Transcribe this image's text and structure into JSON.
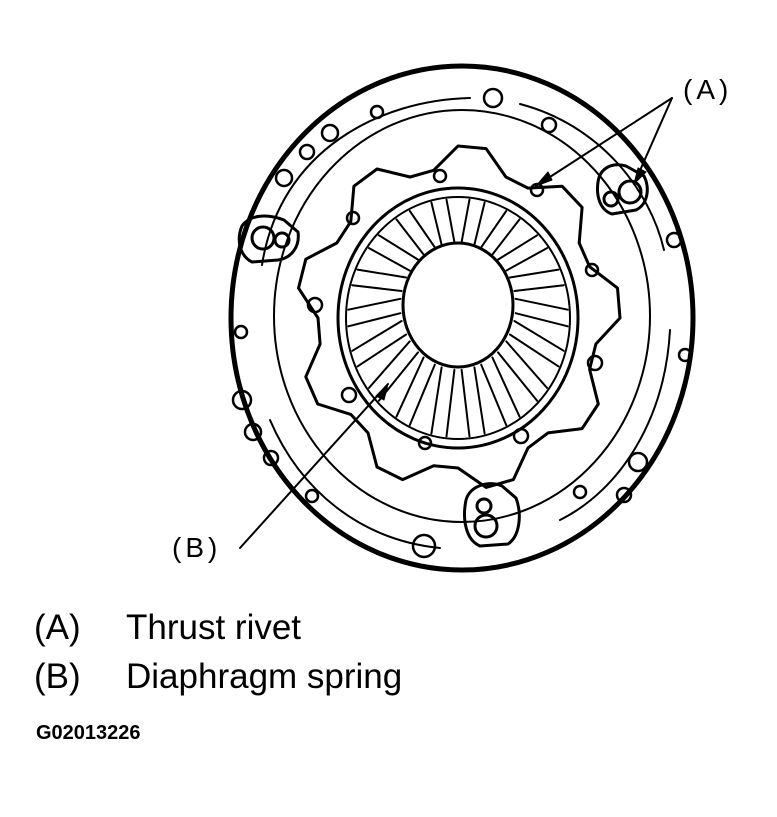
{
  "callouts": {
    "a": "(A)",
    "b": "(B)"
  },
  "legend": [
    {
      "key": "(A)",
      "label": "Thrust rivet"
    },
    {
      "key": "(B)",
      "label": "Diaphragm spring"
    }
  ],
  "figure_id": "G02013226",
  "colors": {
    "ink": "#000000",
    "paper": "#ffffff"
  }
}
